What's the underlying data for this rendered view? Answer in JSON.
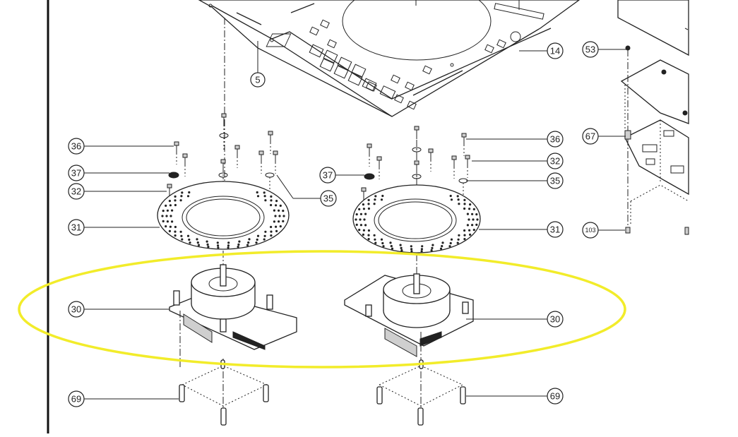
{
  "diagram": {
    "callouts": [
      {
        "id": "c5",
        "label": "5"
      },
      {
        "id": "c14",
        "label": "14"
      },
      {
        "id": "c53",
        "label": "53"
      },
      {
        "id": "c36a",
        "label": "36"
      },
      {
        "id": "c37a",
        "label": "37"
      },
      {
        "id": "c32a",
        "label": "32"
      },
      {
        "id": "c35a",
        "label": "35"
      },
      {
        "id": "c31a",
        "label": "31"
      },
      {
        "id": "c30a",
        "label": "30"
      },
      {
        "id": "c69a",
        "label": "69"
      },
      {
        "id": "c37b",
        "label": "37"
      },
      {
        "id": "c36b",
        "label": "36"
      },
      {
        "id": "c32b",
        "label": "32"
      },
      {
        "id": "c35b",
        "label": "35"
      },
      {
        "id": "c31b",
        "label": "31"
      },
      {
        "id": "c30b",
        "label": "30"
      },
      {
        "id": "c69b",
        "label": "69"
      },
      {
        "id": "c67",
        "label": "67"
      },
      {
        "id": "c103",
        "label": "103"
      }
    ],
    "highlight_color": "#f2ec2a",
    "line_color": "#222222"
  }
}
